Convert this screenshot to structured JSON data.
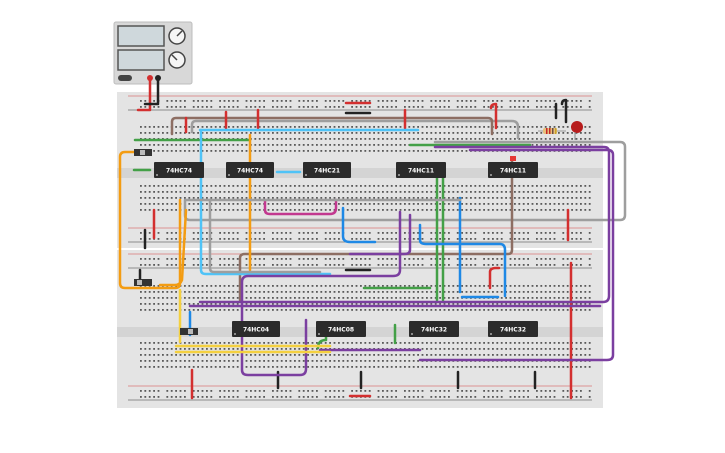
{
  "power_supply": {
    "panel_color": "#d8d8d8",
    "display_color": "#cfd8dc"
  },
  "breadboard": {
    "color": "#e4e4e4",
    "hole_color": "#5a5a5a",
    "rail_red": "#d32f2f",
    "rail_blue": "#222222"
  },
  "chips": [
    {
      "label": "74HC74"
    },
    {
      "label": "74HC74"
    },
    {
      "label": "74HC21"
    },
    {
      "label": "74HC11"
    },
    {
      "label": "74HC11"
    },
    {
      "label": "74HC04"
    },
    {
      "label": "74HC08"
    },
    {
      "label": "74HC32"
    },
    {
      "label": "74HC32"
    }
  ],
  "led": {
    "color": "#b71c1c"
  },
  "wire_colors": {
    "red": "#d32f2f",
    "black": "#222222",
    "gray": "#9e9e9e",
    "brown": "#8d6e63",
    "green": "#43a047",
    "purple": "#7b3fa0",
    "blue": "#1e88e5",
    "cyan": "#4fc3f7",
    "orange": "#f39c12",
    "yellow": "#f4d03f",
    "pink": "#c2388f"
  }
}
